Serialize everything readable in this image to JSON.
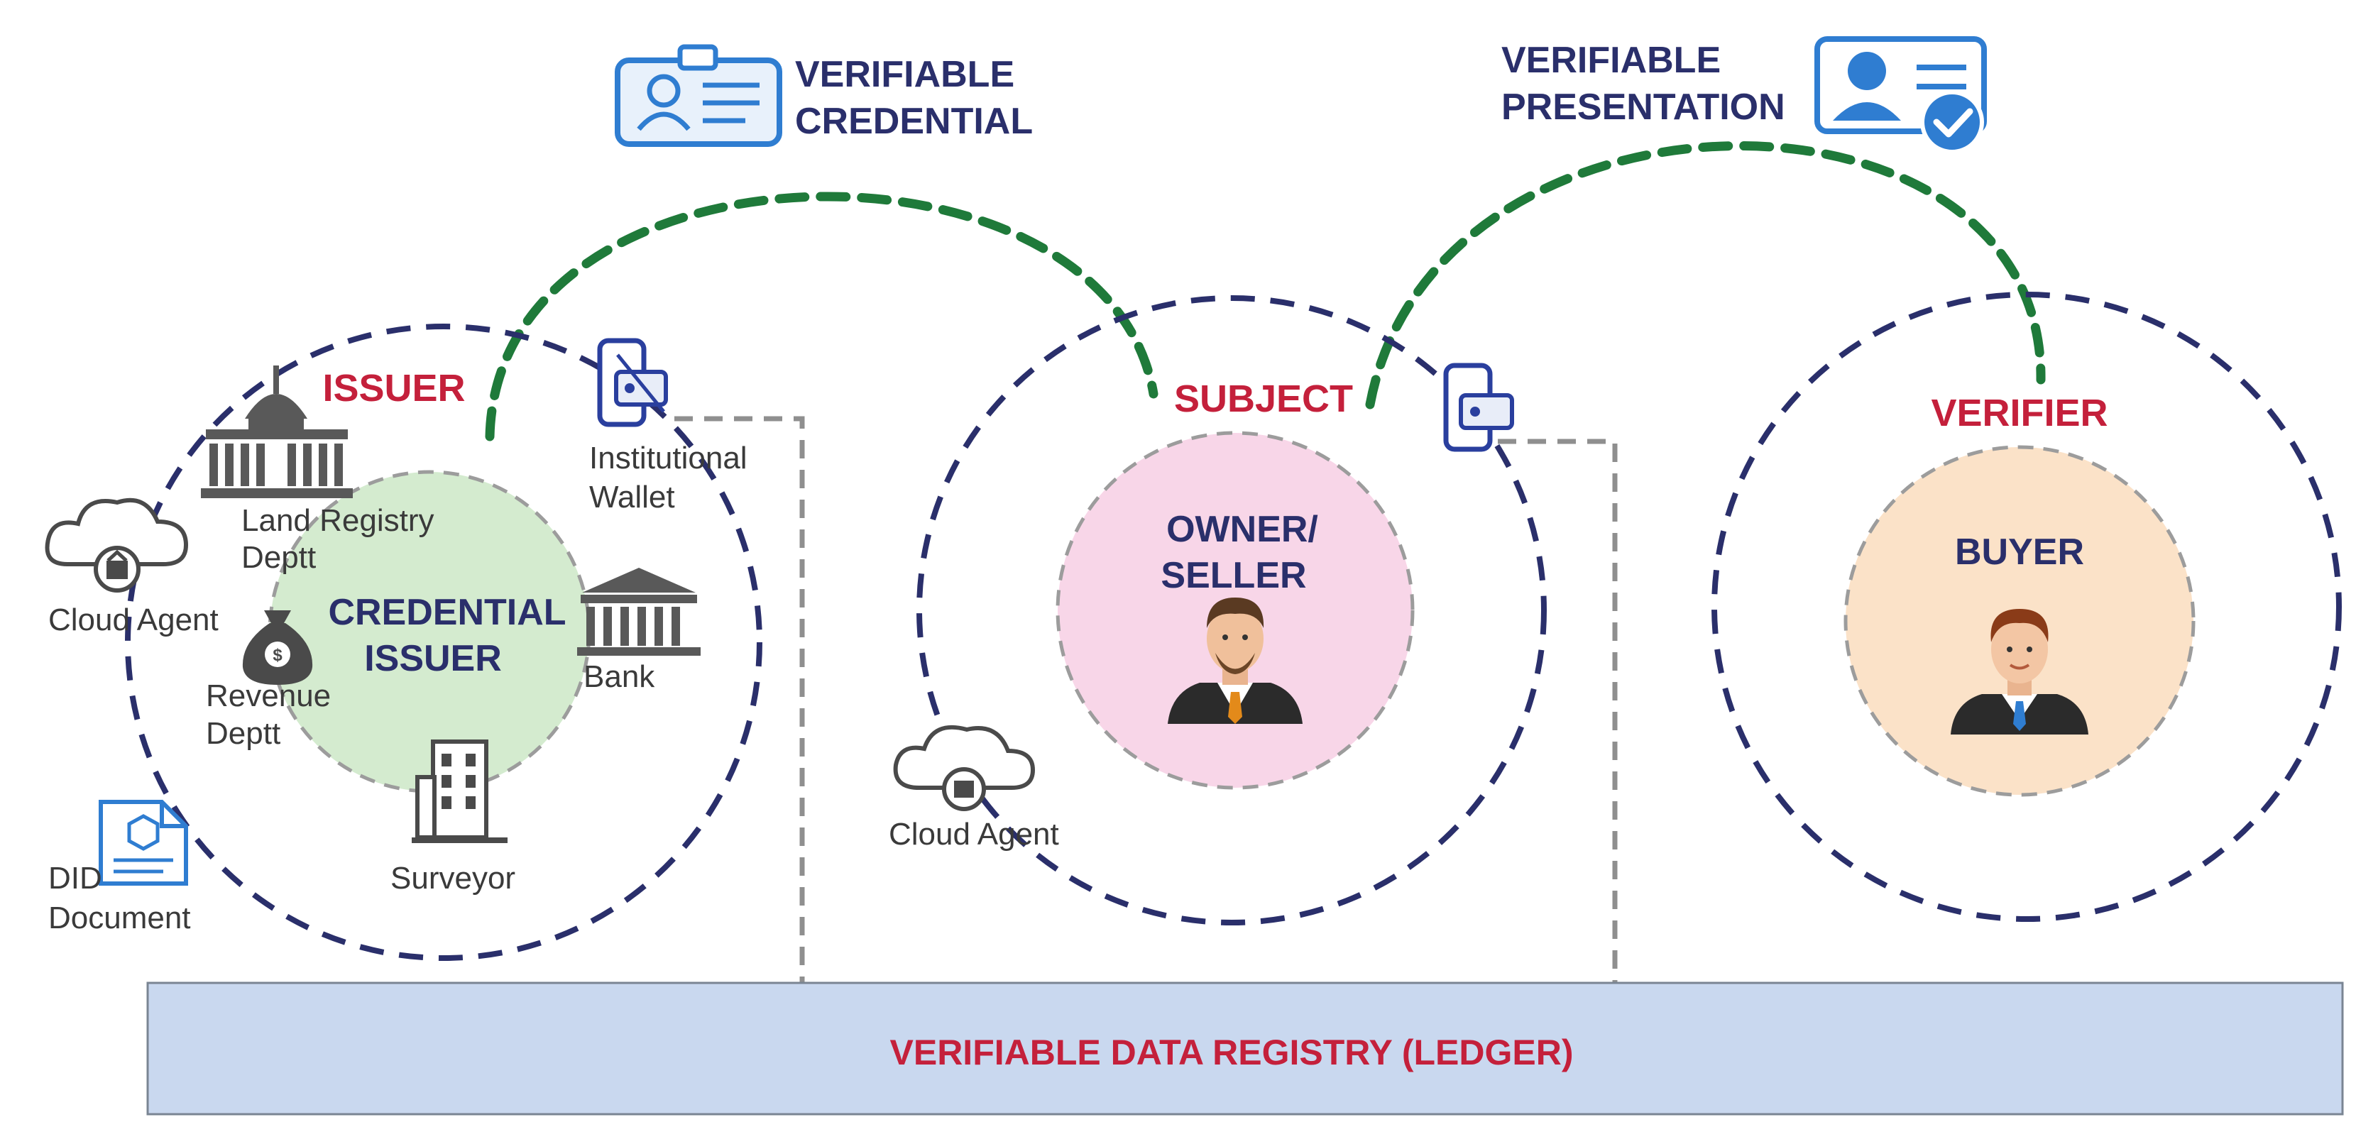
{
  "header": {
    "credential_line1": "VERIFIABLE",
    "credential_line2": "CREDENTIAL",
    "presentation_line1": "VERIFIABLE",
    "presentation_line2": "PRESENTATION"
  },
  "issuer": {
    "role": "ISSUER",
    "inner_line1": "CREDENTIAL",
    "inner_line2": "ISSUER",
    "land_line1": "Land Registry",
    "land_line2": "Deptt",
    "revenue_line1": "Revenue",
    "revenue_line2": "Deptt",
    "bank": "Bank",
    "surveyor": "Surveyor",
    "wallet_line1": "Institutional",
    "wallet_line2": "Wallet",
    "cloud_agent": "Cloud Agent",
    "did_line1": "DID",
    "did_line2": "Document"
  },
  "subject": {
    "role": "SUBJECT",
    "inner_line1": "OWNER/",
    "inner_line2": "SELLER",
    "cloud_agent": "Cloud Agent"
  },
  "verifier": {
    "role": "VERIFIER",
    "inner": "BUYER"
  },
  "registry": {
    "label": "VERIFIABLE DATA REGISTRY (LEDGER)"
  },
  "colors": {
    "navy_dash": "#2a2f6b",
    "green_dash": "#1f7a3a",
    "role_red": "#c4203b",
    "icon_blue": "#2f7dd1",
    "issuer_fill": "#d4ebcf",
    "owner_fill": "#f8d6e8",
    "buyer_fill": "#fbe2c8",
    "registry_fill": "#c9d8ef"
  }
}
